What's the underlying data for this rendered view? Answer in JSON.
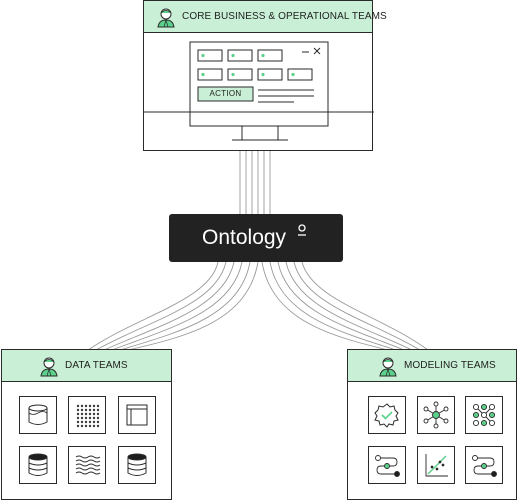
{
  "diagram": {
    "core_panel": {
      "title": "CORE BUSINESS & OPERATIONAL TEAMS",
      "app_window": {
        "action_label": "ACTION",
        "controls": [
          "minimize-icon",
          "close-icon"
        ]
      }
    },
    "center_node": {
      "label": "Ontology",
      "icon": "key-icon"
    },
    "data_panel": {
      "title": "DATA TEAMS",
      "tiles": [
        "database-icon",
        "grid-dots-icon",
        "table-icon",
        "database-stack-icon",
        "waves-icon",
        "database-stack-icon"
      ]
    },
    "modeling_panel": {
      "title": "MODELING TEAMS",
      "tiles": [
        "gear-check-icon",
        "network-icon",
        "node-grid-icon",
        "pipeline-icon",
        "scatter-trend-icon",
        "pipeline-icon"
      ]
    },
    "colors": {
      "header_green": "#c9f0d6",
      "accent_green": "#5cd18c",
      "dark_node": "#222222",
      "line": "#2a2a2a"
    }
  }
}
